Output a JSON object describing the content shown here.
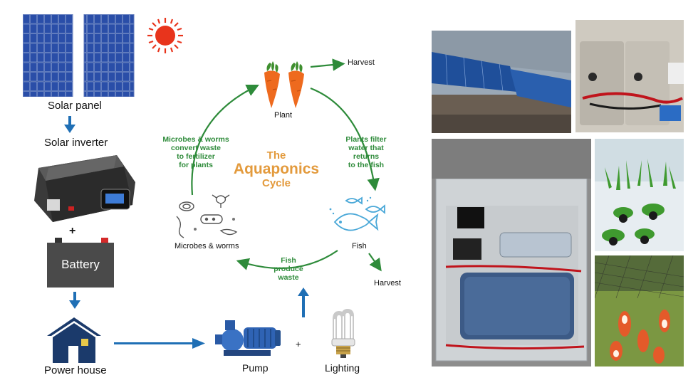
{
  "left_chain": {
    "solar_panel": "Solar panel",
    "solar_inverter": "Solar inverter",
    "plus_1": "+",
    "battery": "Battery",
    "power_house": "Power house"
  },
  "bottom": {
    "pump": "Pump",
    "plus_2": "+",
    "lighting": "Lighting"
  },
  "cycle": {
    "title_line1": "The",
    "title_line2": "Aquaponics",
    "title_line3": "Cycle",
    "plant": "Plant",
    "fish": "Fish",
    "microbes": "Microbes & worms",
    "harvest_top": "Harvest",
    "harvest_bottom": "Harvest",
    "note_plants": [
      "Plants filter",
      "water that",
      "returns",
      "to the fish"
    ],
    "note_fish": [
      "Fish",
      "produce",
      "waste"
    ],
    "note_microbes": [
      "Microbes & worms",
      "convert waste",
      "to fertilizer",
      "for plants"
    ]
  },
  "colors": {
    "arrow_blue": "#1f6fb5",
    "cycle_green": "#2e8b3a",
    "title_orange": "#e39a3c",
    "sun_red": "#e8341c",
    "fish_blue": "#4aa8d8"
  }
}
